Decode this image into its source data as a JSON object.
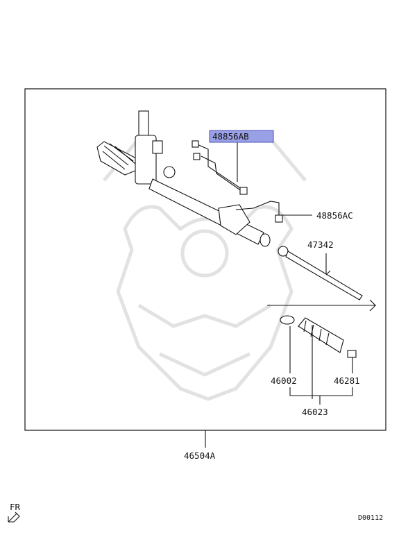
{
  "callouts": {
    "hose_a": "48856AB",
    "hose_b": "48856AC",
    "tie_rod_end": "47342",
    "clip": "46002",
    "band": "46281",
    "boot_kit": "46023",
    "assembly": "46504A"
  },
  "orientation": {
    "label": "FR"
  },
  "diagram_code": "D00112",
  "highlight_color": "#9aa0e6"
}
